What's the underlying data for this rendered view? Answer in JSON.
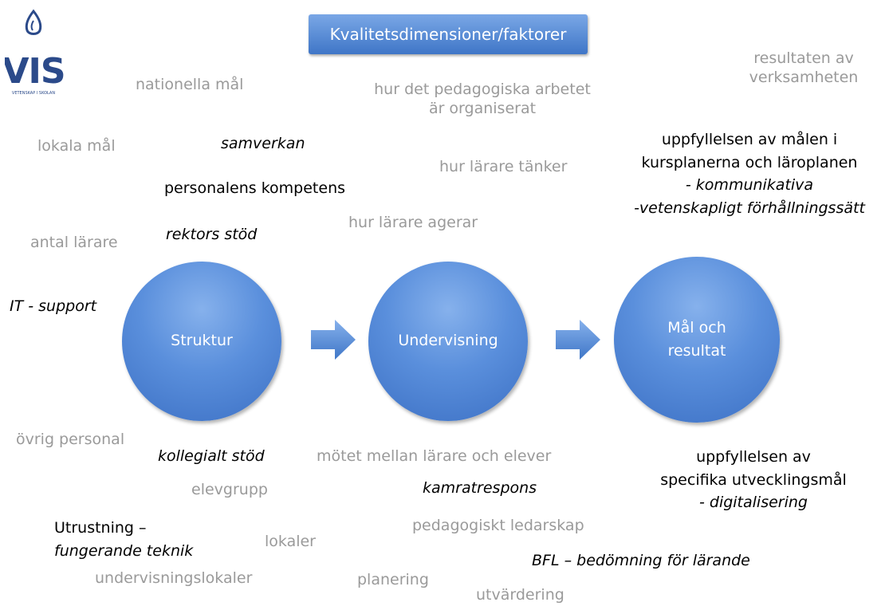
{
  "logo": {
    "letters": "VIS",
    "tagline": "VETENSKAP I SKOLAN",
    "color": "#2b4a8a"
  },
  "title": "Kvalitetsdimensioner/faktorer",
  "nodes": {
    "struktur": "Struktur",
    "undervisning": "Undervisning",
    "mal_line1": "Mål och",
    "mal_line2": "resultat"
  },
  "labels": {
    "nationella_mal": "nationella mål",
    "lokala_mal": "lokala mål",
    "samverkan": "samverkan",
    "personalens_kompetens": "personalens kompetens",
    "antal_larare": "antal lärare",
    "rektors_stod": "rektors stöd",
    "it_support": "IT - support",
    "pedagogiska_1": "hur det pedagogiska arbetet",
    "pedagogiska_2": "är organiserat",
    "hur_larare_tanker": "hur lärare tänker",
    "hur_larare_agerar": "hur lärare agerar",
    "resultaten_1": "resultaten av",
    "resultaten_2": "verksamheten",
    "uppfyll_1": "uppfyllelsen av målen i",
    "uppfyll_2": "kursplanerna och läroplanen",
    "uppfyll_3": "- kommunikativa",
    "uppfyll_4": "-vetenskapligt förhållningssätt",
    "ovrig_personal": "övrig personal",
    "kollegialt_stod": "kollegialt stöd",
    "elevgrupp": "elevgrupp",
    "utrustning_1": "Utrustning –",
    "utrustning_2": "fungerande teknik",
    "lokaler": "lokaler",
    "undervisningslokaler": "undervisningslokaler",
    "motet": "mötet mellan lärare och elever",
    "kamratrespons": "kamratrespons",
    "pedagogiskt_ledarskap": "pedagogiskt ledarskap",
    "planering": "planering",
    "utvardering": "utvärdering",
    "bfl": "BFL – bedömning för lärande",
    "specifika_1": "uppfyllelsen av",
    "specifika_2": "specifika utvecklingsmål",
    "specifika_3": "- digitalisering"
  },
  "colors": {
    "blue": "#3f76c7",
    "gray_text": "#9a9a9a",
    "black_text": "#000000"
  }
}
